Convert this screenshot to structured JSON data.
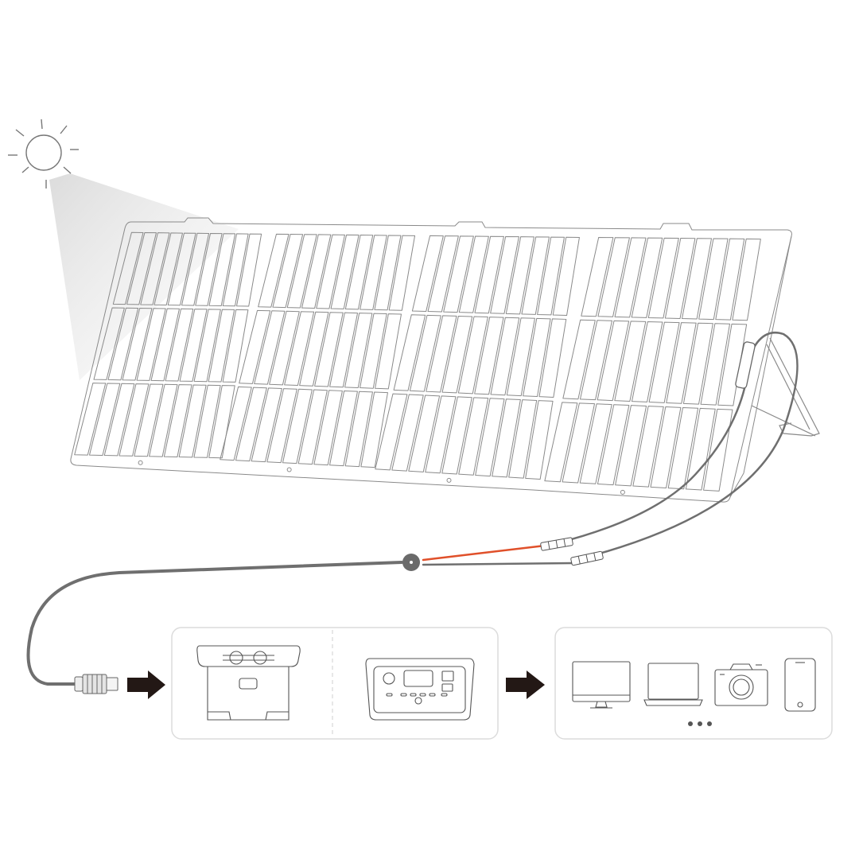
{
  "diagram": {
    "title_icons": [
      "sun-icon",
      "solar-panel",
      "junction-box",
      "y-branch-connector",
      "mc4-connector",
      "xt60-plug",
      "power-station-large",
      "power-station-small",
      "monitor-icon",
      "laptop-icon",
      "camera-icon",
      "phone-icon",
      "more-dots-icon",
      "arrow-right-icon"
    ],
    "colors": {
      "line": "#6b6b6b",
      "panel_line": "#8a8a8a",
      "cable": "#6f6f6f",
      "cable_red": "#e0502a",
      "box_border": "#dcdcdc",
      "arrow": "#231815",
      "beam": "#e6e6e6"
    },
    "panel": {
      "sections": 4,
      "rows": 3,
      "strips_per_section": 10
    }
  }
}
